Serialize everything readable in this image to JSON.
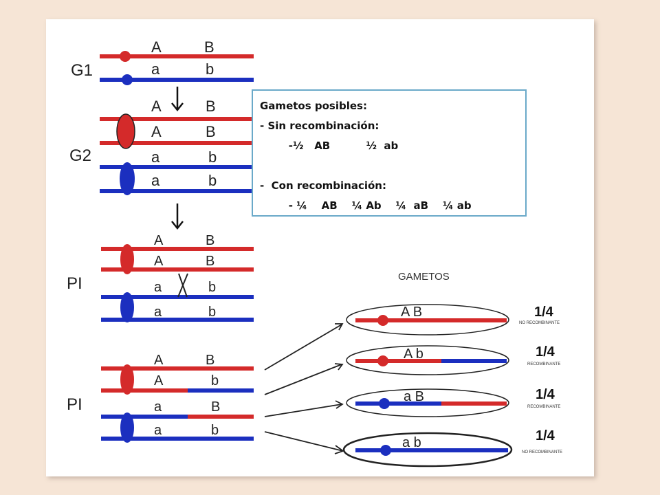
{
  "colors": {
    "red": "#d42a2a",
    "blue": "#1b2fbf",
    "text": "#222222",
    "box_border": "#6aa9c9",
    "background": "#f6e5d6"
  },
  "stages": {
    "g1": "G1",
    "g2": "G2",
    "pi_1": "PI",
    "pi_2": "PI"
  },
  "alleles": {
    "A": "A",
    "B": "B",
    "a": "a",
    "b": "b"
  },
  "info_box": {
    "title": "Gametos posibles:",
    "line1": "- Sin recombinación:",
    "line2": "        -½   AB          ½  ab",
    "line3": "",
    "line4": "-  Con recombinación:",
    "line5": "        - ¼    AB    ¼ Ab    ¼  aB    ¼ ab"
  },
  "gametes": {
    "title": "GAMETOS",
    "items": [
      {
        "alleles": "A B",
        "fraction": "1/4",
        "note": "NO RECOMBINANTE"
      },
      {
        "alleles": "A b",
        "fraction": "1/4",
        "note": "RECOMBINANTE"
      },
      {
        "alleles": "a B",
        "fraction": "1/4",
        "note": "RECOMBINANTE"
      },
      {
        "alleles": "a b",
        "fraction": "1/4",
        "note": "NO RECOMBINANTE"
      }
    ]
  }
}
